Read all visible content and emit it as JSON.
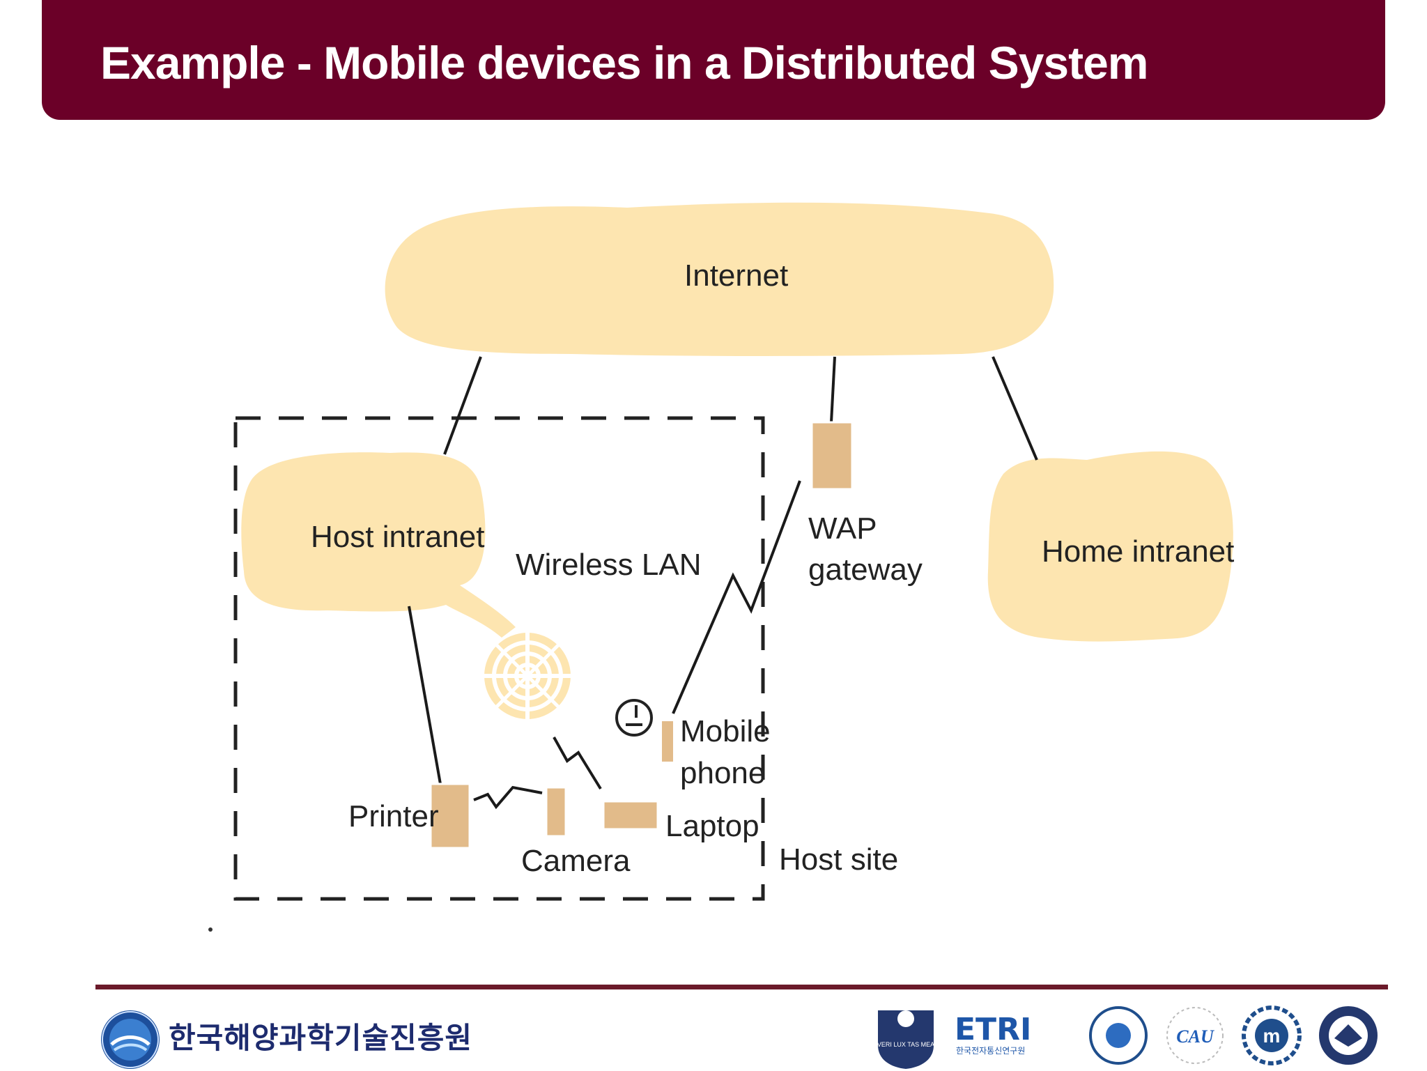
{
  "slide": {
    "title": "Example - Mobile devices in a Distributed System"
  },
  "diagram": {
    "nodes": {
      "internet": "Internet",
      "host_intranet": "Host intranet",
      "home_intranet": "Home intranet",
      "wireless_lan": "Wireless LAN",
      "wap_gateway_line1": "WAP",
      "wap_gateway_line2": "gateway",
      "mobile_phone_line1": "Mobile",
      "mobile_phone_line2": "phone",
      "printer": "Printer",
      "camera": "Camera",
      "laptop": "Laptop",
      "host_site": "Host site"
    }
  },
  "footer": {
    "organization": "한국해양과학기술진흥원",
    "partner_logos": {
      "snu": "VERI LUX TAS MEA",
      "etri": "ETRI",
      "etri_korean": "한국전자통신연구원",
      "cau": "CAU"
    }
  },
  "colors": {
    "title_bar": "#6b0028",
    "cloud_fill": "#fde5b0",
    "device_fill": "#e2bb8a",
    "footer_line": "#6b1a2a"
  }
}
